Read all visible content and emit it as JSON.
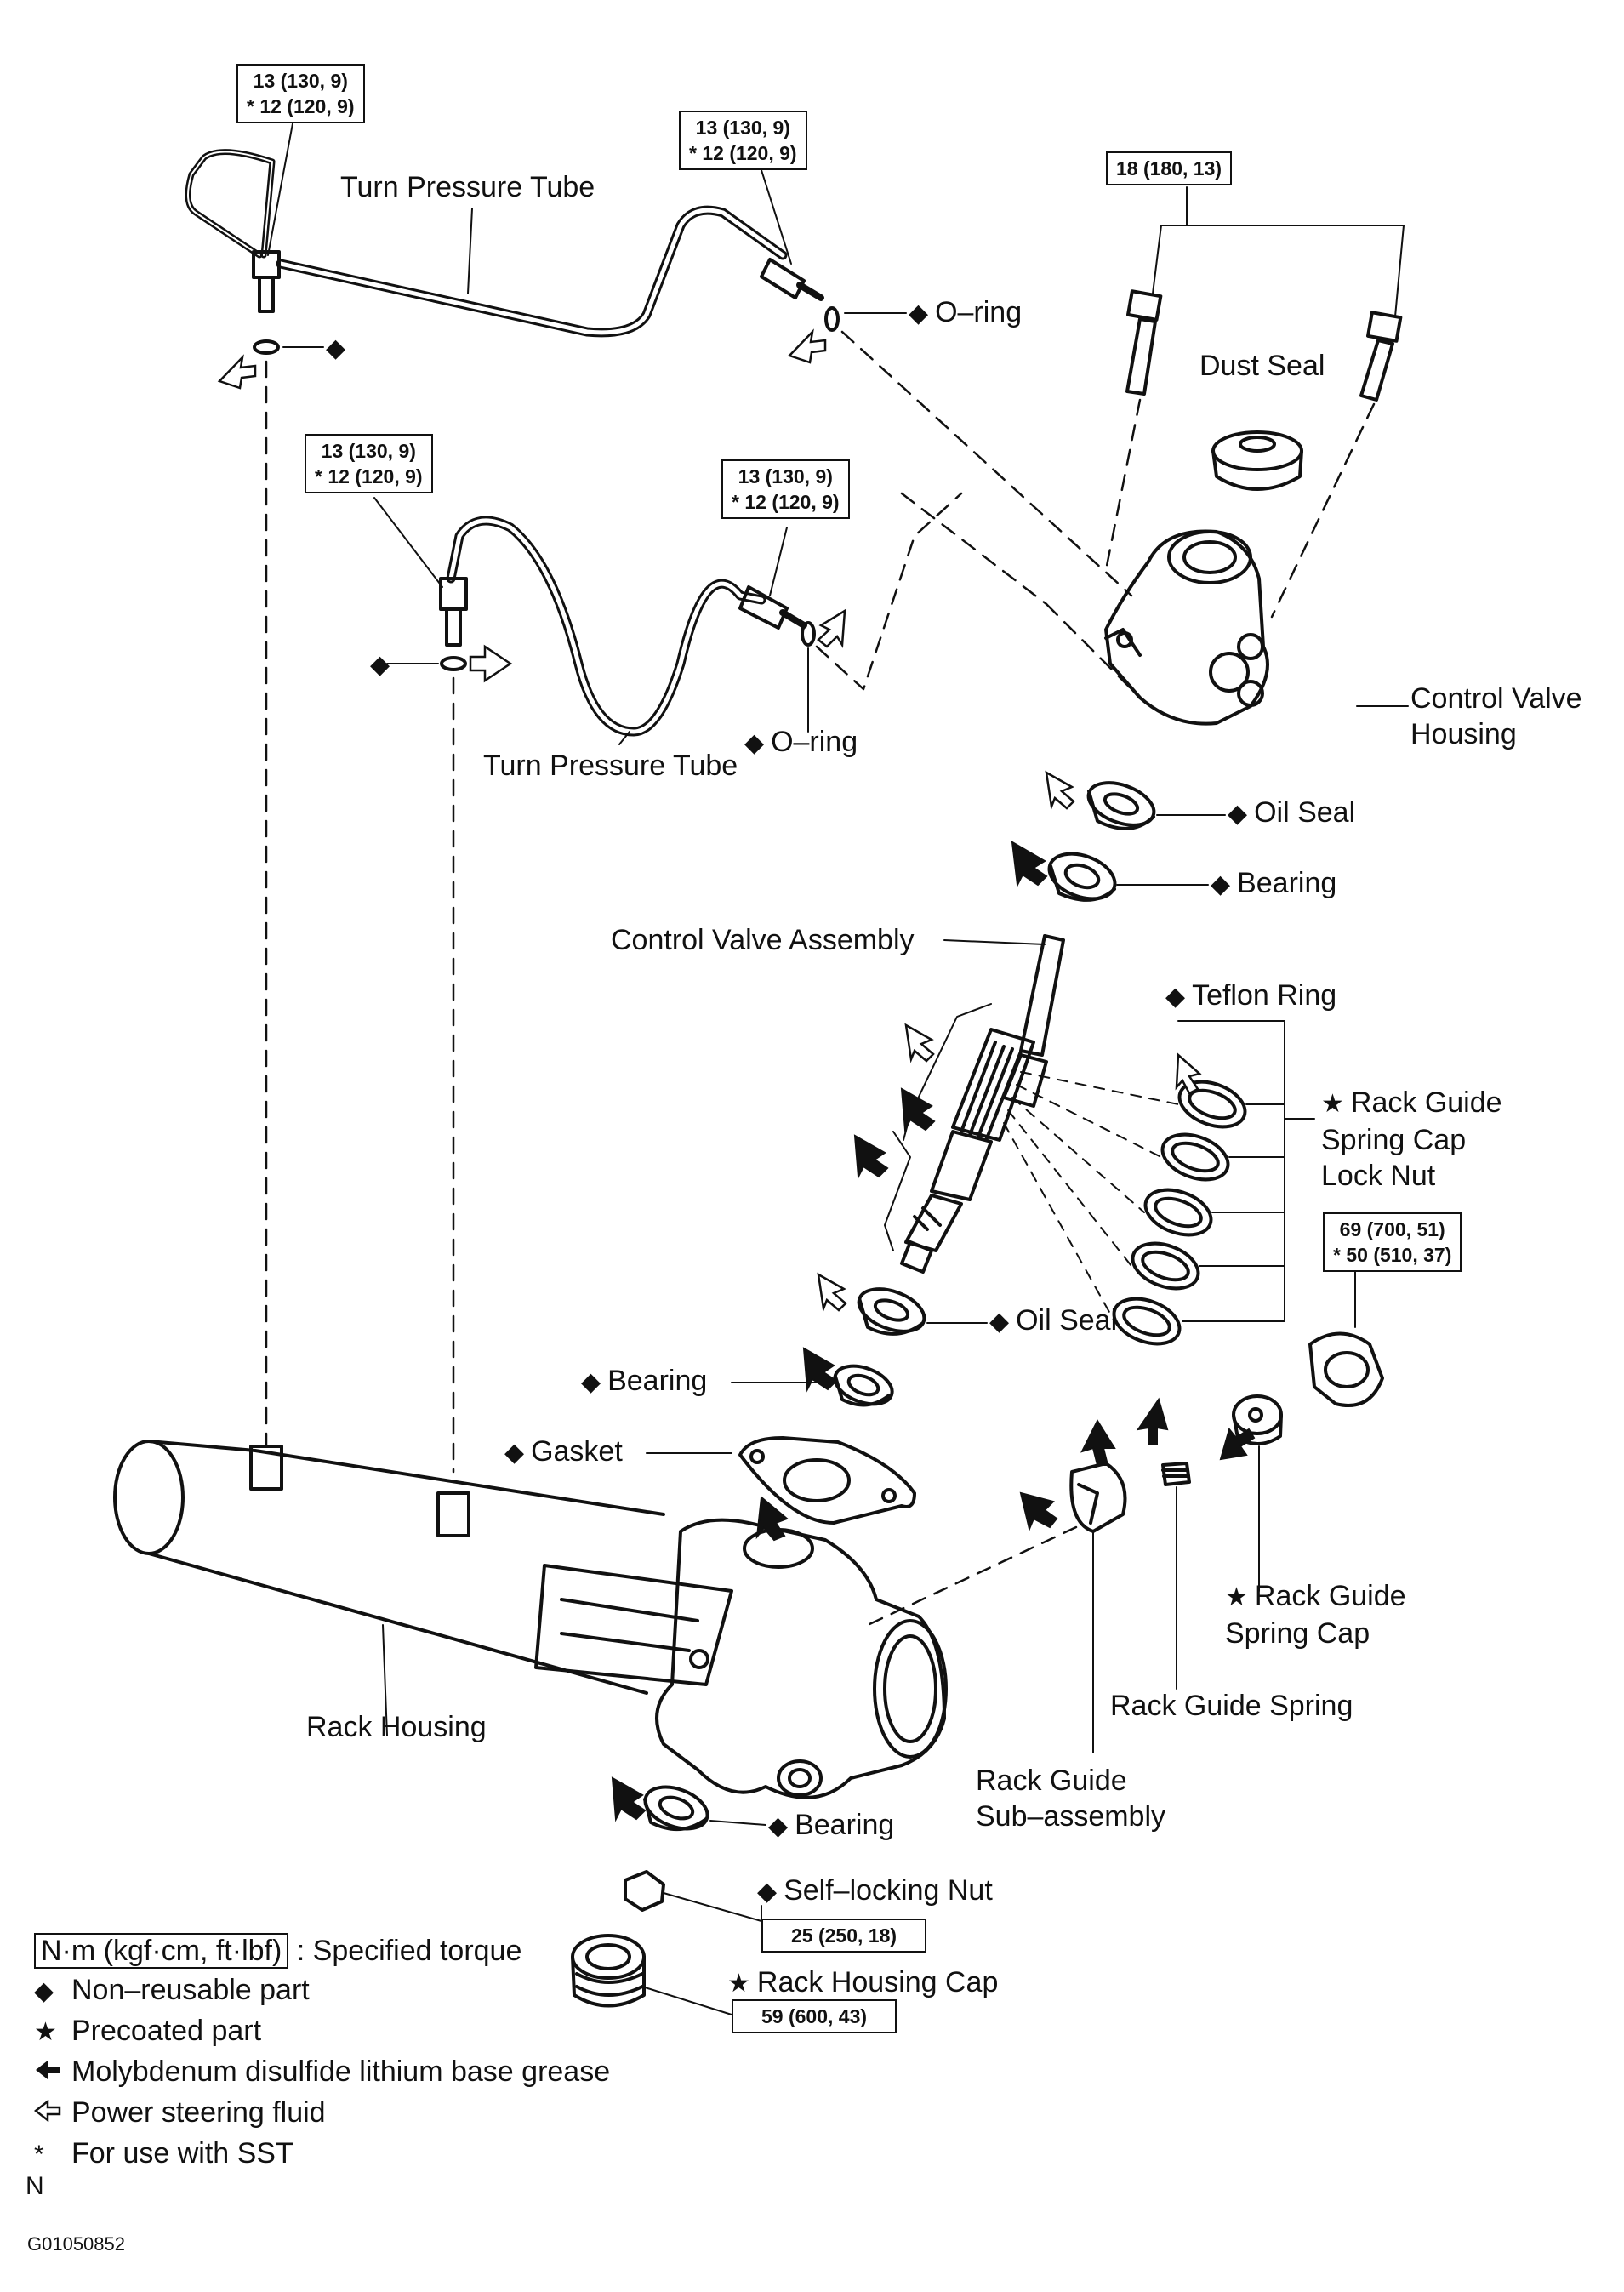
{
  "torque": {
    "tube_top_left": {
      "line1": "13 (130, 9)",
      "line2": "* 12 (120, 9)"
    },
    "tube_top_right": {
      "line1": "13 (130, 9)",
      "line2": "* 12 (120, 9)"
    },
    "tube_mid_left": {
      "line1": "13 (130, 9)",
      "line2": "* 12 (120, 9)"
    },
    "tube_mid_right": {
      "line1": "13 (130, 9)",
      "line2": "* 12 (120, 9)"
    },
    "housing_bolts": {
      "line1": "18 (180, 13)"
    },
    "lock_nut": {
      "line1": "69 (700, 51)",
      "line2": "* 50 (510, 37)"
    },
    "self_locking_nut": {
      "line1": "25 (250, 18)"
    },
    "rack_housing_cap": {
      "line1": "59 (600, 43)"
    }
  },
  "labels": {
    "turn_pressure_tube_top": "Turn Pressure Tube",
    "turn_pressure_tube_mid": "Turn Pressure Tube",
    "o_ring_top": "O–ring",
    "o_ring_mid": "O–ring",
    "dust_seal": "Dust Seal",
    "control_valve_housing_1": "Control Valve",
    "control_valve_housing_2": "Housing",
    "oil_seal_top": "Oil Seal",
    "bearing_top": "Bearing",
    "control_valve_assembly": "Control Valve Assembly",
    "teflon_ring": "Teflon Ring",
    "lock_nut_1": "Rack Guide",
    "lock_nut_2": "Spring Cap",
    "lock_nut_3": "Lock Nut",
    "oil_seal_bottom": "Oil Seal",
    "bearing_mid": "Bearing",
    "gasket": "Gasket",
    "rack_housing": "Rack Housing",
    "rack_guide_spring_cap_1": "Rack Guide",
    "rack_guide_spring_cap_2": "Spring Cap",
    "rack_guide_spring": "Rack Guide Spring",
    "rack_guide_sub_1": "Rack Guide",
    "rack_guide_sub_2": "Sub–assembly",
    "bearing_bottom": "Bearing",
    "self_locking_nut": "Self–locking Nut",
    "rack_housing_cap": "Rack Housing Cap"
  },
  "legend": {
    "unit": "N·m (kgf·cm, ft·lbf)",
    "unit_desc": ": Specified torque",
    "non_reusable": "Non–reusable part",
    "precoated": "Precoated part",
    "grease": "Molybdenum disulfide lithium base grease",
    "fluid": "Power steering fluid",
    "sst": "For use with SST",
    "n_mark": "N",
    "star_mark": "*"
  },
  "figure_code": "G01050852",
  "symbols": {
    "diamond": "◆",
    "star": "★",
    "solid_arrow": "🡄",
    "hollow_arrow": "⇦"
  }
}
